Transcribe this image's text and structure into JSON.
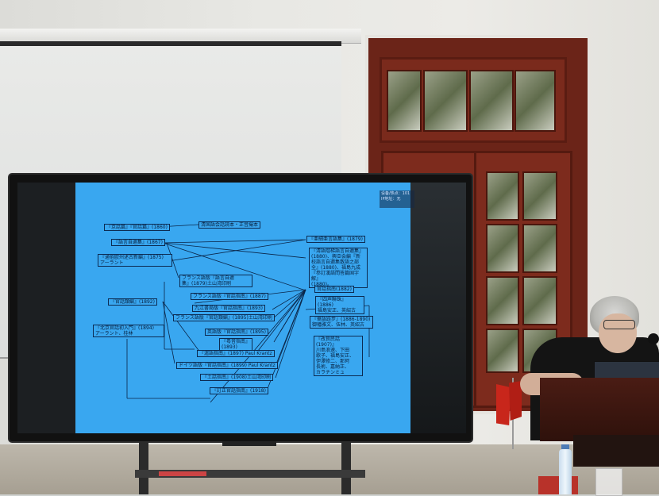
{
  "slide": {
    "hud_line1": "设备/热点：101",
    "hud_line2": "IP地址：无",
    "boxes": [
      {
        "id": "b1",
        "text": "『京話篇』『官話篇』(1860)"
      },
      {
        "id": "b2",
        "text": "清国語会話読本・正音撮本"
      },
      {
        "id": "b3",
        "text": "『語言自邇集』(1867)"
      },
      {
        "id": "b4",
        "text": "『亜細亜言語集』(1879)"
      },
      {
        "id": "b5",
        "text": "『通俗欧州述古新編』(1875)"
      },
      {
        "id": "b5b",
        "text": "アーラント"
      },
      {
        "id": "b6a",
        "text": "『清語階梯語言自邇集』"
      },
      {
        "id": "b6b",
        "text": "(1880)、興亞会編『新"
      },
      {
        "id": "b6c",
        "text": "校語言自邇集散語之部"
      },
      {
        "id": "b6d",
        "text": "全』(1880)、福島九成"
      },
      {
        "id": "b6e",
        "text": "『参訂漢語問答篇国字解』"
      },
      {
        "id": "b6f",
        "text": "(1880)。"
      },
      {
        "id": "b7a",
        "text": "フランス語版『語言自邇"
      },
      {
        "id": "b7b",
        "text": "集』(1879)土山湾印刷"
      },
      {
        "id": "b8",
        "text": "官話指南(1882)"
      },
      {
        "id": "b9",
        "text": "フランス語版『官話指南』(1887)"
      },
      {
        "id": "b10",
        "text": "『官話類編』(1892)"
      },
      {
        "id": "b11",
        "text": "九江書局版『官話指南』(1893)"
      },
      {
        "id": "b12a",
        "text": "『四声聯珠』"
      },
      {
        "id": "b12b",
        "text": "(1886)"
      },
      {
        "id": "b12c",
        "text": "福島安正、英紹古"
      },
      {
        "id": "b13",
        "text": "フランス語版『官話類編』(1895)土山湾印刷"
      },
      {
        "id": "b14a",
        "text": "『華語跬步』(1886-1890)"
      },
      {
        "id": "b14b",
        "text": "御幡雅文、伍林、英紹古"
      },
      {
        "id": "b15a",
        "text": "『北京官話初入門』(1894)"
      },
      {
        "id": "b15b",
        "text": "アーラント、桂林"
      },
      {
        "id": "b16",
        "text": "英語版『官話指南』(1895)"
      },
      {
        "id": "b17",
        "text": "『粤音指南』"
      },
      {
        "id": "b17b",
        "text": "(1893)"
      },
      {
        "id": "b18",
        "text": "『滬語指南』(1897) Paul Krantz"
      },
      {
        "id": "b19a",
        "text": "『改良民話"
      },
      {
        "id": "b19b",
        "text": "(1907)』"
      },
      {
        "id": "b19c",
        "text": "川島浪速、下田"
      },
      {
        "id": "b19d",
        "text": "歌子、福島安正、"
      },
      {
        "id": "b19e",
        "text": "伊澤修二、那珂"
      },
      {
        "id": "b19f",
        "text": "長術、嘉納正、"
      },
      {
        "id": "b19g",
        "text": "カラチンミュ"
      },
      {
        "id": "b20",
        "text": "ドイツ語版『官話指南』(1899) Paul Krantz"
      },
      {
        "id": "b21",
        "text": "『土話指南』(1908)土山湾印刷"
      },
      {
        "id": "b22",
        "text": "『訂正官話指南』(1918)"
      }
    ]
  }
}
